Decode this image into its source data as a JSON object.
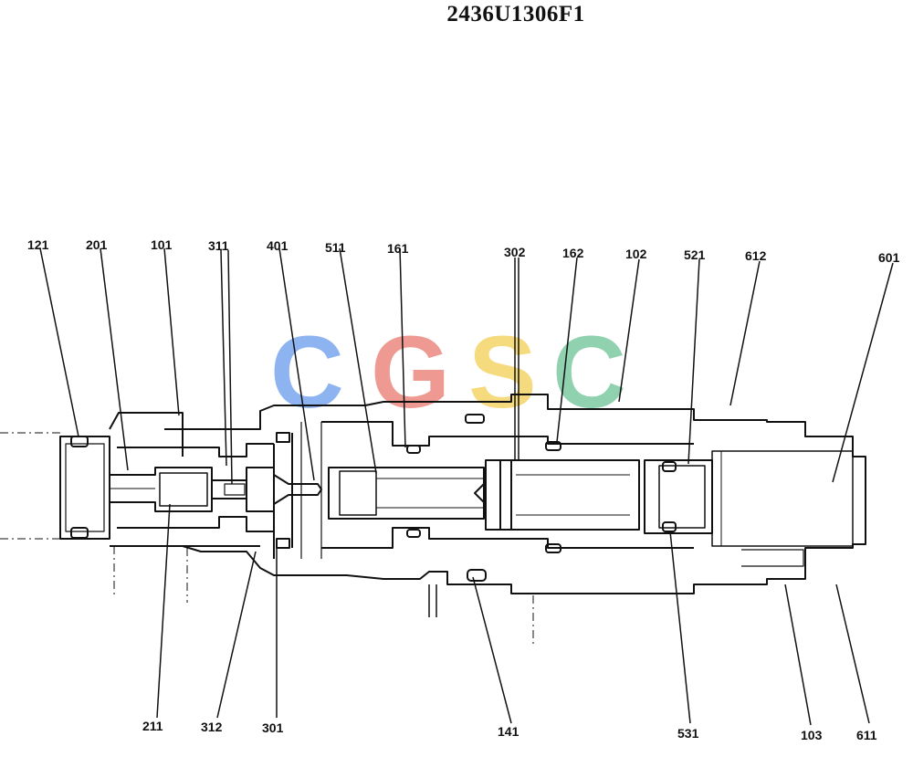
{
  "drawing_number": "2436U1306F1",
  "watermark": {
    "letters": [
      "C",
      "G",
      "S",
      "C"
    ],
    "colors": [
      "#6ea0ee",
      "#ea7e74",
      "#f4d25a",
      "#72c59a"
    ]
  },
  "callouts_top": [
    "121",
    "201",
    "101",
    "311",
    "401",
    "511",
    "161",
    "302",
    "162",
    "102",
    "521",
    "612",
    "601"
  ],
  "callouts_bottom": [
    "211",
    "312",
    "301",
    "141",
    "531",
    "103",
    "611"
  ],
  "line_color": "#111111"
}
